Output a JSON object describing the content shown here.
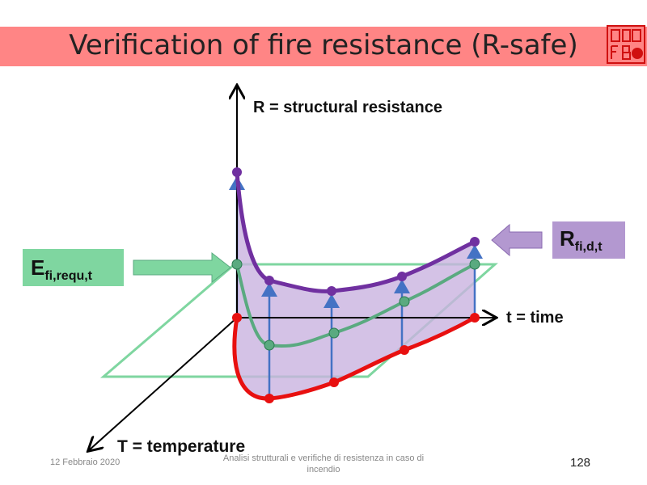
{
  "slide": {
    "title": "Verification of fire resistance (R-safe)",
    "stamp_text": "FB"
  },
  "diagram": {
    "r_axis_label": "R = structural resistance",
    "t_axis_label": "t = time",
    "temp_axis_label": "T = temperature",
    "e_box": {
      "main": "E",
      "sub": "fi,requ,t",
      "color": "#7fd6a0"
    },
    "r_box": {
      "main": "R",
      "sub": "fi,d,t",
      "color": "#b398d0"
    },
    "colors": {
      "resistance": "#7030a0",
      "action": "#5aaa80",
      "temperature": "#e81010",
      "arrows": "#4472c4",
      "plane": "#7fd6a0"
    }
  },
  "footer": {
    "date": "12 Febbraio 2020",
    "text": "Analisi strutturali e verifiche di resistenza in caso di incendio",
    "page": "128"
  }
}
